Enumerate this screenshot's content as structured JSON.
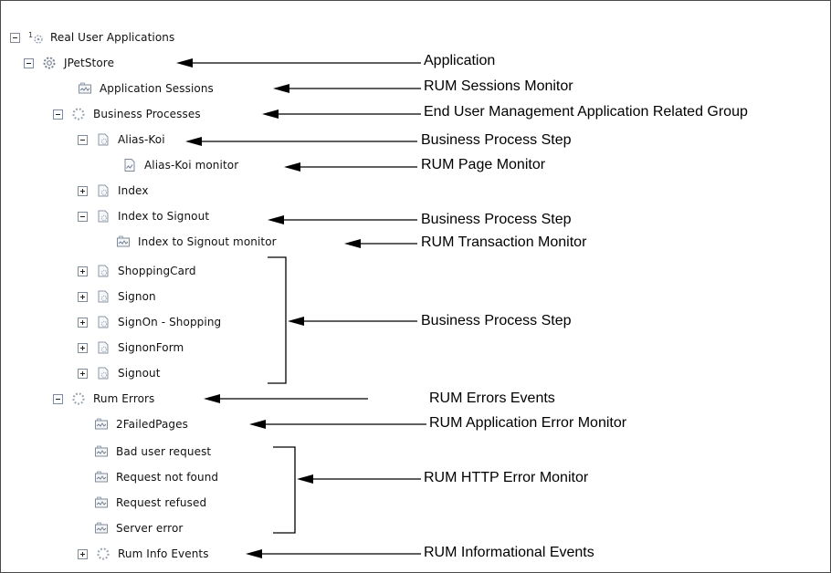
{
  "tree": {
    "root": {
      "label": "Real User Applications",
      "icon": "monitor-root-icon"
    },
    "app": {
      "label": "JPetStore",
      "icon": "gear-icon"
    },
    "app_sessions": {
      "label": "Application Sessions",
      "icon": "rum-monitor-icon"
    },
    "business_processes": {
      "label": "Business Processes",
      "icon": "group-icon"
    },
    "alias_koi": {
      "label": "Alias-Koi",
      "icon": "step-icon"
    },
    "alias_koi_monitor": {
      "label": "Alias-Koi monitor",
      "icon": "page-monitor-icon"
    },
    "index": {
      "label": "Index",
      "icon": "step-icon"
    },
    "index_to_signout": {
      "label": "Index to Signout",
      "icon": "step-icon"
    },
    "index_to_signout_monitor": {
      "label": "Index to Signout monitor",
      "icon": "rum-monitor-icon"
    },
    "shopping_card": {
      "label": "ShoppingCard",
      "icon": "step-icon"
    },
    "signon": {
      "label": "Signon",
      "icon": "step-icon"
    },
    "signon_shopping": {
      "label": "SignOn - Shopping",
      "icon": "step-icon"
    },
    "signon_form": {
      "label": "SignonForm",
      "icon": "step-icon"
    },
    "signout": {
      "label": "Signout",
      "icon": "step-icon"
    },
    "rum_errors": {
      "label": "Rum Errors",
      "icon": "group-icon"
    },
    "failed_pages": {
      "label": "2FailedPages",
      "icon": "rum-monitor-icon"
    },
    "bad_user_request": {
      "label": "Bad user request",
      "icon": "rum-monitor-icon"
    },
    "request_not_found": {
      "label": "Request not found",
      "icon": "rum-monitor-icon"
    },
    "request_refused": {
      "label": "Request refused",
      "icon": "rum-monitor-icon"
    },
    "server_error": {
      "label": "Server error",
      "icon": "rum-monitor-icon"
    },
    "rum_info_events": {
      "label": "Rum Info Events",
      "icon": "group-icon"
    }
  },
  "annotations": {
    "application": "Application",
    "rum_sessions_monitor": "RUM Sessions Monitor",
    "eum_group": "End User Management Application Related Group",
    "bp_step_1": "Business Process Step",
    "rum_page_monitor": "RUM Page Monitor",
    "bp_step_2": "Business Process Step",
    "rum_transaction_monitor": "RUM Transaction Monitor",
    "bp_step_3": "Business Process Step",
    "rum_errors_events": "RUM Errors Events",
    "rum_app_error_monitor": "RUM Application Error Monitor",
    "rum_http_error_monitor": "RUM HTTP Error Monitor",
    "rum_info_events": "RUM Informational Events"
  }
}
